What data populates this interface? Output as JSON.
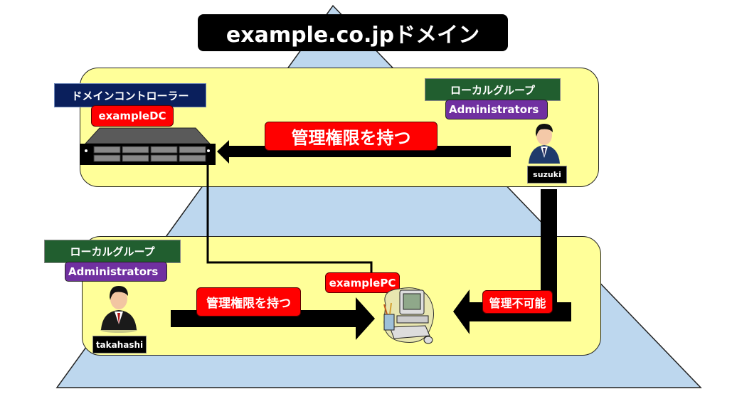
{
  "title": "example.co.jpドメイン",
  "domain_controller": {
    "role_label": "ドメインコントローラー",
    "hostname": "exampleDC"
  },
  "server_group": {
    "group_label": "ローカルグループ",
    "group_name": "Administrators",
    "user": "suzuki",
    "arrow_label": "管理権限を持つ"
  },
  "client": {
    "hostname": "examplePC",
    "group_label": "ローカルグループ",
    "group_name": "Administrators",
    "user": "takahashi",
    "arrow_label": "管理権限を持つ",
    "denied_label": "管理不可能"
  },
  "colors": {
    "pyramid": "#bdd7ee",
    "zone": "#ffff99",
    "accent_red": "#ff0000",
    "group_green": "#215e2f",
    "admin_purple": "#7030a0",
    "dc_navy": "#0a1f5c"
  }
}
